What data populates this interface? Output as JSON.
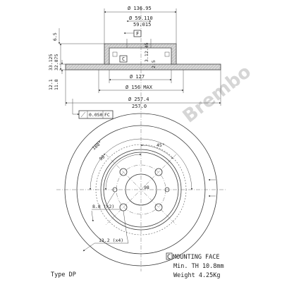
{
  "drawing": {
    "title": "Type DP",
    "dims": {
      "d_outer_top": "Ø 136.95",
      "d_hub_upper": "Ø 59.110",
      "d_hub_lower": "59.015",
      "d_hat": "Ø 127",
      "d_max": "Ø 156 MAX",
      "d_disc_upper": "Ø 257.4",
      "d_disc_lower": "257.0",
      "h_upper": "33.125",
      "h_lower": "32.875",
      "h_top": "6.5",
      "t_upper": "12.1",
      "t_lower": "11.8",
      "depth_upper": "3.1",
      "depth_lower": "2.45",
      "depth_small": "2.5",
      "tolerance": "0.050",
      "ref_c": "C",
      "ref_f": "F",
      "ref_fc": "FC",
      "angle_180": "180°",
      "angle_90": "90°",
      "angle_45": "45°",
      "pcd": "98",
      "small_hole": "8.8 (x2)",
      "bolt_hole": "13.2 (x4)"
    },
    "notes": {
      "mounting_face_ref": "C",
      "mounting_face": "MOUNTING FACE",
      "min_th": "Min. TH 10.8mm",
      "weight": "Weight  4.25Kg"
    },
    "watermark": "Brembo"
  }
}
